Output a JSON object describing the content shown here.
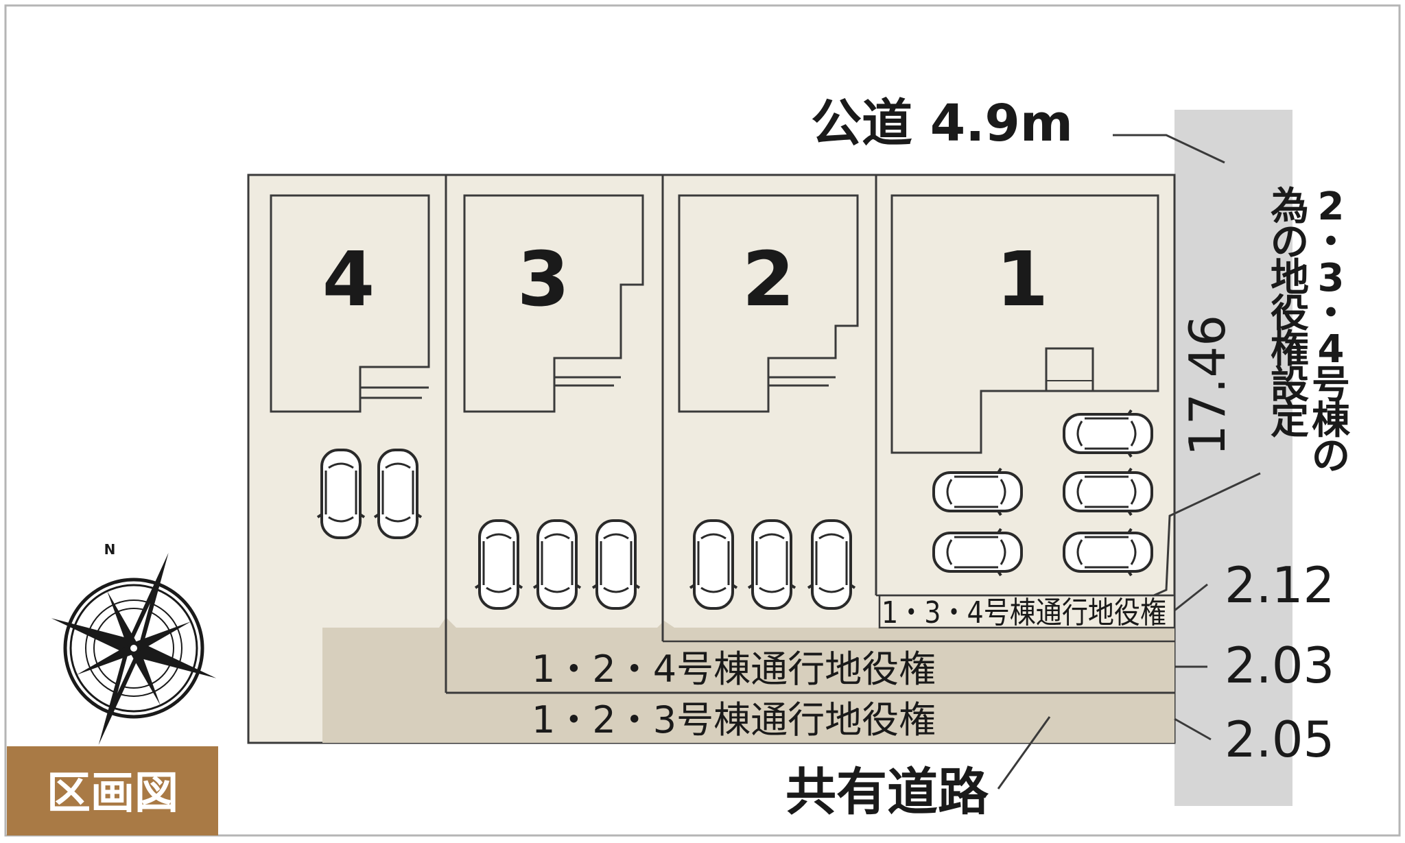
{
  "badge": {
    "label": "区画図",
    "color": "#a97a45"
  },
  "road": {
    "label": "公道 4.9m",
    "frontage": "17.46",
    "color": "#d6d6d6"
  },
  "lots": [
    {
      "number": "4"
    },
    {
      "number": "3"
    },
    {
      "number": "2"
    },
    {
      "number": "1"
    }
  ],
  "easement_note": {
    "chars": [
      "2",
      "・",
      "3",
      "・",
      "4",
      "号",
      "棟",
      "の",
      "為",
      "の",
      "地",
      "役",
      "権",
      "設",
      "定"
    ]
  },
  "easements": [
    {
      "label": "1・3・4号棟通行地役権",
      "width": "2.12"
    },
    {
      "label": "1・2・4号棟通行地役権",
      "width": "2.03"
    },
    {
      "label": "1・2・3号棟通行地役権",
      "width": "2.05"
    }
  ],
  "shared_road": {
    "label": "共有道路"
  },
  "compass": {
    "north_label": "N"
  },
  "colors": {
    "lot_fill": "#efebe0",
    "easement_fill": "#d7cfbd",
    "outline": "#3a3a3a"
  }
}
